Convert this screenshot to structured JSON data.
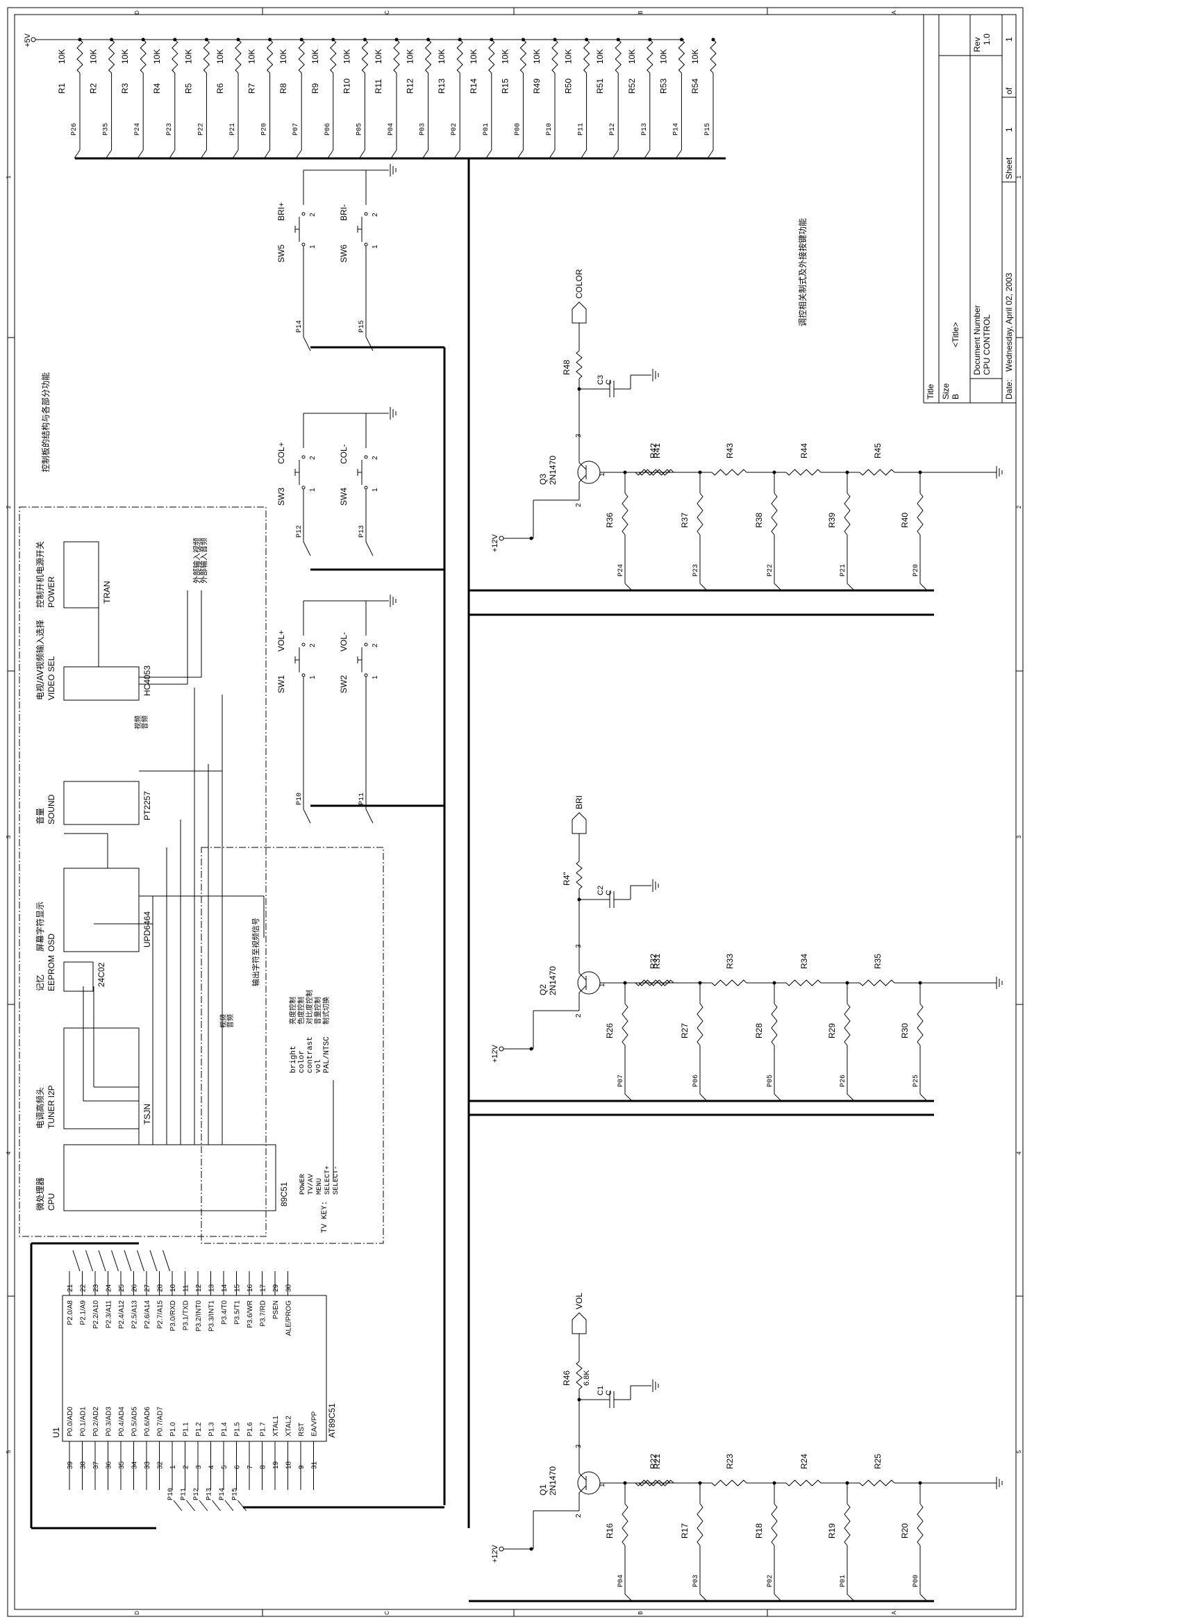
{
  "border": {
    "top_letters": [
      "D",
      "C",
      "B",
      "A"
    ],
    "bottom_letters": [
      "D",
      "C",
      "B",
      "A"
    ],
    "side_numbers": [
      "1",
      "2",
      "3",
      "4",
      "5"
    ]
  },
  "title_block": {
    "title_label": "Title",
    "title_value": "<Title>",
    "size_label": "Size",
    "size_value": "B",
    "docnum_label": "Document Number",
    "docnum_value": "CPU CONTROL",
    "rev_label": "Rev",
    "rev_value": "1.0",
    "date_label": "Date:",
    "date_value": "Wednesday, April 02, 2003",
    "sheet_label": "Sheet",
    "sheet_value": "1",
    "of_label": "of",
    "of_value": "1"
  },
  "power": {
    "vcc5": "+5V",
    "vcc12": "+12V"
  },
  "pullups": [
    {
      "ref": "R1",
      "val": "10K",
      "net": "P26"
    },
    {
      "ref": "R2",
      "val": "10K",
      "net": "P35"
    },
    {
      "ref": "R3",
      "val": "10K",
      "net": "P24"
    },
    {
      "ref": "R4",
      "val": "10K",
      "net": "P23"
    },
    {
      "ref": "R5",
      "val": "10K",
      "net": "P22"
    },
    {
      "ref": "R6",
      "val": "10K",
      "net": "P21"
    },
    {
      "ref": "R7",
      "val": "10K",
      "net": "P20"
    },
    {
      "ref": "R8",
      "val": "10K",
      "net": "P07"
    },
    {
      "ref": "R9",
      "val": "10K",
      "net": "P06"
    },
    {
      "ref": "R10",
      "val": "10K",
      "net": "P05"
    },
    {
      "ref": "R11",
      "val": "10K",
      "net": "P04"
    },
    {
      "ref": "R12",
      "val": "10K",
      "net": "P03"
    },
    {
      "ref": "R13",
      "val": "10K",
      "net": "P02"
    },
    {
      "ref": "R14",
      "val": "10K",
      "net": "P01"
    },
    {
      "ref": "R15",
      "val": "10K",
      "net": "P00"
    },
    {
      "ref": "R49",
      "val": "10K",
      "net": "P10"
    },
    {
      "ref": "R50",
      "val": "10K",
      "net": "P11"
    },
    {
      "ref": "R51",
      "val": "10K",
      "net": "P12"
    },
    {
      "ref": "R52",
      "val": "10K",
      "net": "P13"
    },
    {
      "ref": "R53",
      "val": "10K",
      "net": "P14"
    },
    {
      "ref": "R54",
      "val": "10K",
      "net": "P15"
    }
  ],
  "switches": [
    {
      "ref": "SW1",
      "name": "VOL+",
      "net": "P10"
    },
    {
      "ref": "SW2",
      "name": "VOL-",
      "net": "P11"
    },
    {
      "ref": "SW3",
      "name": "COL+",
      "net": "P12"
    },
    {
      "ref": "SW4",
      "name": "COL-",
      "net": "P13"
    },
    {
      "ref": "SW5",
      "name": "BRI+",
      "net": "P14"
    },
    {
      "ref": "SW6",
      "name": "BRI-",
      "net": "P15"
    }
  ],
  "switch_pins": {
    "p1": "1",
    "p2": "2"
  },
  "dac": [
    {
      "q": "Q3",
      "part": "2N1470",
      "out": "COLOR",
      "rout": "R48",
      "rout_val": "",
      "cap": "C3",
      "cap_val": "C",
      "ladder_series": [
        "R41",
        "R42",
        "R43",
        "R44",
        "R45"
      ],
      "ladder_shunt": [
        "R36",
        "R37",
        "R38",
        "R39",
        "R40"
      ],
      "nets": [
        "P24",
        "P23",
        "P22",
        "P21",
        "P20"
      ]
    },
    {
      "q": "Q2",
      "part": "2N1470",
      "out": "BRI",
      "rout": "R4\"",
      "rout_val": "",
      "cap": "C2",
      "cap_val": "C",
      "ladder_series": [
        "R31",
        "R32",
        "R33",
        "R34",
        "R35"
      ],
      "ladder_shunt": [
        "R26",
        "R27",
        "R28",
        "R29",
        "R30"
      ],
      "nets": [
        "P07",
        "P06",
        "P05",
        "P26",
        "P25"
      ]
    },
    {
      "q": "Q1",
      "part": "2N1470",
      "out": "VOL",
      "rout": "R46",
      "rout_val": "6.8K",
      "cap": "C1",
      "cap_val": "C",
      "ladder_series": [
        "R21",
        "R22",
        "R23",
        "R24",
        "R25"
      ],
      "ladder_shunt": [
        "R16",
        "R17",
        "R18",
        "R19",
        "R20"
      ],
      "nets": [
        "P04",
        "P03",
        "P02",
        "P01",
        "P00"
      ]
    }
  ],
  "transistor_pins": {
    "p1": "1",
    "p2": "2",
    "p3": "3"
  },
  "mcu": {
    "ref": "U1",
    "part": "AT89C51",
    "left_pins": [
      {
        "num": "39",
        "name": "P0.0/AD0"
      },
      {
        "num": "38",
        "name": "P0.1/AD1"
      },
      {
        "num": "37",
        "name": "P0.2/AD2"
      },
      {
        "num": "36",
        "name": "P0.3/AD3"
      },
      {
        "num": "35",
        "name": "P0.4/AD4"
      },
      {
        "num": "34",
        "name": "P0.5/AD5"
      },
      {
        "num": "33",
        "name": "P0.6/AD6"
      },
      {
        "num": "32",
        "name": "P0.7/AD7"
      },
      {
        "num": "1",
        "name": "P1.0"
      },
      {
        "num": "2",
        "name": "P1.1"
      },
      {
        "num": "3",
        "name": "P1.2"
      },
      {
        "num": "4",
        "name": "P1.3"
      },
      {
        "num": "5",
        "name": "P1.4"
      },
      {
        "num": "6",
        "name": "P1.5"
      },
      {
        "num": "7",
        "name": "P1.6"
      },
      {
        "num": "8",
        "name": "P1.7"
      },
      {
        "num": "19",
        "name": "XTAL1"
      },
      {
        "num": "18",
        "name": "XTAL2"
      },
      {
        "num": "9",
        "name": "RST"
      },
      {
        "num": "31",
        "name": "EA/VPP"
      }
    ],
    "right_pins": [
      {
        "num": "21",
        "name": "P2.0/A8"
      },
      {
        "num": "22",
        "name": "P2.1/A9"
      },
      {
        "num": "23",
        "name": "P2.2/A10"
      },
      {
        "num": "24",
        "name": "P2.3/A11"
      },
      {
        "num": "25",
        "name": "P2.4/A12"
      },
      {
        "num": "26",
        "name": "P2.5/A13"
      },
      {
        "num": "27",
        "name": "P2.6/A14"
      },
      {
        "num": "28",
        "name": "P2.7/A15"
      },
      {
        "num": "10",
        "name": "P3.0/RXD"
      },
      {
        "num": "11",
        "name": "P3.1/TXD"
      },
      {
        "num": "12",
        "name": "P3.2/INT0"
      },
      {
        "num": "13",
        "name": "P3.3/INT1"
      },
      {
        "num": "14",
        "name": "P3.4/T0"
      },
      {
        "num": "15",
        "name": "P3.5/T1"
      },
      {
        "num": "16",
        "name": "P3.6/WR"
      },
      {
        "num": "17",
        "name": "P3.7/RD"
      },
      {
        "num": "29",
        "name": "PSEN"
      },
      {
        "num": "30",
        "name": "ALE/PROG"
      }
    ],
    "port_nets": [
      "P10",
      "P11",
      "P12",
      "P13",
      "P14",
      "P15"
    ]
  },
  "block_diagram": {
    "blocks": [
      {
        "cn": "微处理器",
        "en": "CPU",
        "chip": "89C51"
      },
      {
        "cn": "电调高频头",
        "en": "TUNER I2P",
        "chip": "TSJN"
      },
      {
        "cn": "记忆",
        "en": "EEPROM",
        "chip": "24C02"
      },
      {
        "cn": "屏幕字符显示",
        "en": "OSD",
        "chip": "UPD6464"
      },
      {
        "cn": "音量",
        "en": "SOUND",
        "chip": "PT2257"
      },
      {
        "cn": "电视/AV视频输入选择",
        "en": "VIDEO SEL",
        "chip": "HC4053"
      },
      {
        "cn": "控制开机电源开关",
        "en": "POWER",
        "chip": "TRAN"
      }
    ],
    "tv_key_label": "TV KEY:",
    "tv_keys": [
      "POWER",
      "TV/AV",
      "MENU",
      "SELECT+",
      "SELECT-"
    ],
    "ctrl_en": [
      "bright",
      "color",
      "contrast",
      "vol",
      "PAL/NTSC"
    ],
    "ctrl_cn": [
      "亮度控制",
      "色度控制",
      "对比度控制",
      "音量控制",
      "制式切换"
    ],
    "note_osd": "输出字符至视频信号",
    "note_av": "外部输入视频",
    "note_av2": "外部输入音频",
    "note_video": "视频",
    "note_audio": "音频",
    "note_left": "控制板的结构与各部分功能",
    "note_right": "调控相关制式及外接按键功能"
  }
}
